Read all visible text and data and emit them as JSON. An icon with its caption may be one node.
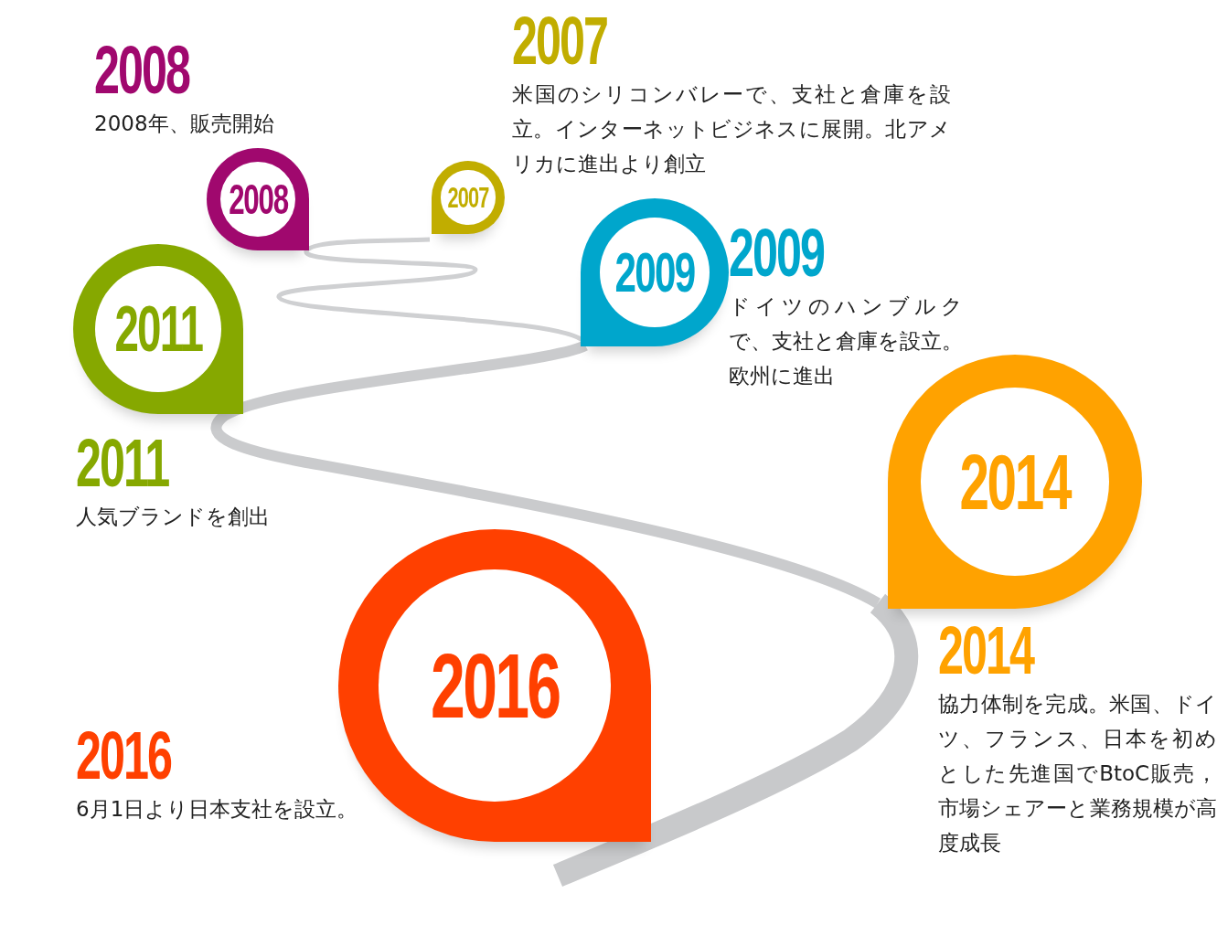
{
  "diagram": {
    "nodes": [
      {
        "text": [
          "2008",
          "2008年、販売開始"
        ]
      },
      {
        "text": [
          "2007",
          "米国のシリコンバレーで、支社と倉庫を設立。インターネットビジネスに展開。北アメリカに進出より創立"
        ]
      },
      {
        "text": [
          "2008"
        ]
      },
      {
        "text": [
          "2007"
        ]
      },
      {
        "text": [
          "2011"
        ]
      },
      {
        "text": [
          "2009"
        ]
      },
      {
        "text": [
          "2009",
          "ドイツのハンブルクで、支社と倉庫を設立。欧州に進出"
        ]
      },
      {
        "text": [
          "2014"
        ]
      },
      {
        "text": [
          "2011",
          "人気ブランドを創出"
        ]
      },
      {
        "text": [
          "2014",
          "協力体制を完成。米国、ドイツ、フランス、日本を初めとした先進国でBtoC販売，市場シェアーと業務規模が高度成長"
        ]
      },
      {
        "text": [
          "2016"
        ]
      },
      {
        "text": [
          "2016",
          "6月1日より日本支社を設立。"
        ]
      }
    ]
  }
}
